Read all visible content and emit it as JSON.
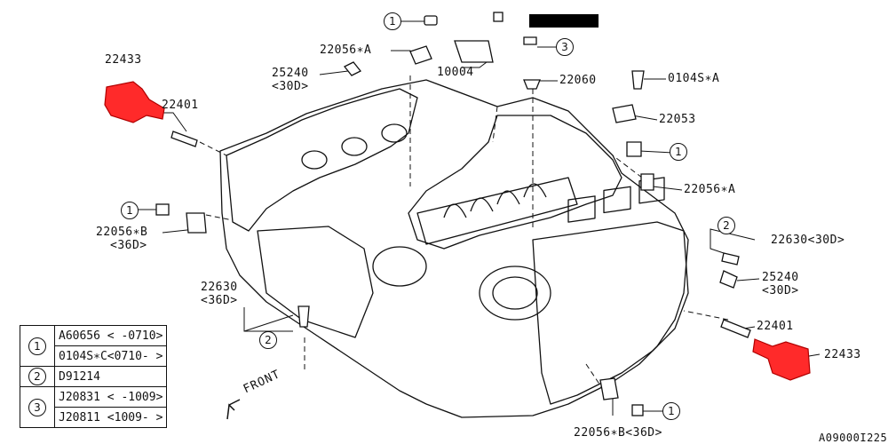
{
  "labels": {
    "p22433_left": "22433",
    "p22401_left": "22401",
    "p22056A_top": "22056∗A",
    "p25240_top": "25240",
    "p25240_top_sub": "<30D>",
    "p10004": "10004",
    "p22060": "22060",
    "p0104S_A": "0104S∗A",
    "p22053": "22053",
    "p22056A_right": "22056∗A",
    "p22056B_left": "22056∗B",
    "p22056B_left_sub": "<36D>",
    "p22630_right": "22630<30D>",
    "p25240_right": "25240",
    "p25240_right_sub": "<30D>",
    "p22630_left": "22630",
    "p22630_left_sub": "<36D>",
    "p22401_right": "22401",
    "p22433_right": "22433",
    "p22056B_bottom": "22056∗B<36D>",
    "front": "FRONT",
    "figure_id": "A09000I225"
  },
  "callouts": {
    "c1": "1",
    "c2": "2",
    "c3": "3"
  },
  "legend": [
    {
      "key": "1",
      "rows": [
        "A60656 < -0710>",
        "0104S∗C<0710- >"
      ]
    },
    {
      "key": "2",
      "rows": [
        "D91214"
      ]
    },
    {
      "key": "3",
      "rows": [
        "J20831 < -1009>",
        "J20811 <1009- >"
      ]
    }
  ],
  "colors": {
    "line": "#111111",
    "highlight": "#ff1a1a",
    "redaction": "#000000"
  }
}
